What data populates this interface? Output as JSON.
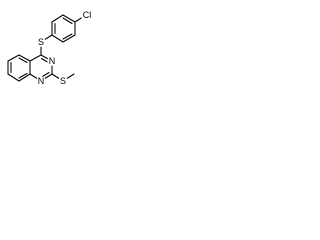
{
  "molecule": {
    "atoms": [
      {
        "symbol": "S"
      },
      {
        "symbol": "Cl"
      },
      {
        "symbol": "N"
      },
      {
        "symbol": "N"
      },
      {
        "symbol": "S"
      }
    ]
  }
}
